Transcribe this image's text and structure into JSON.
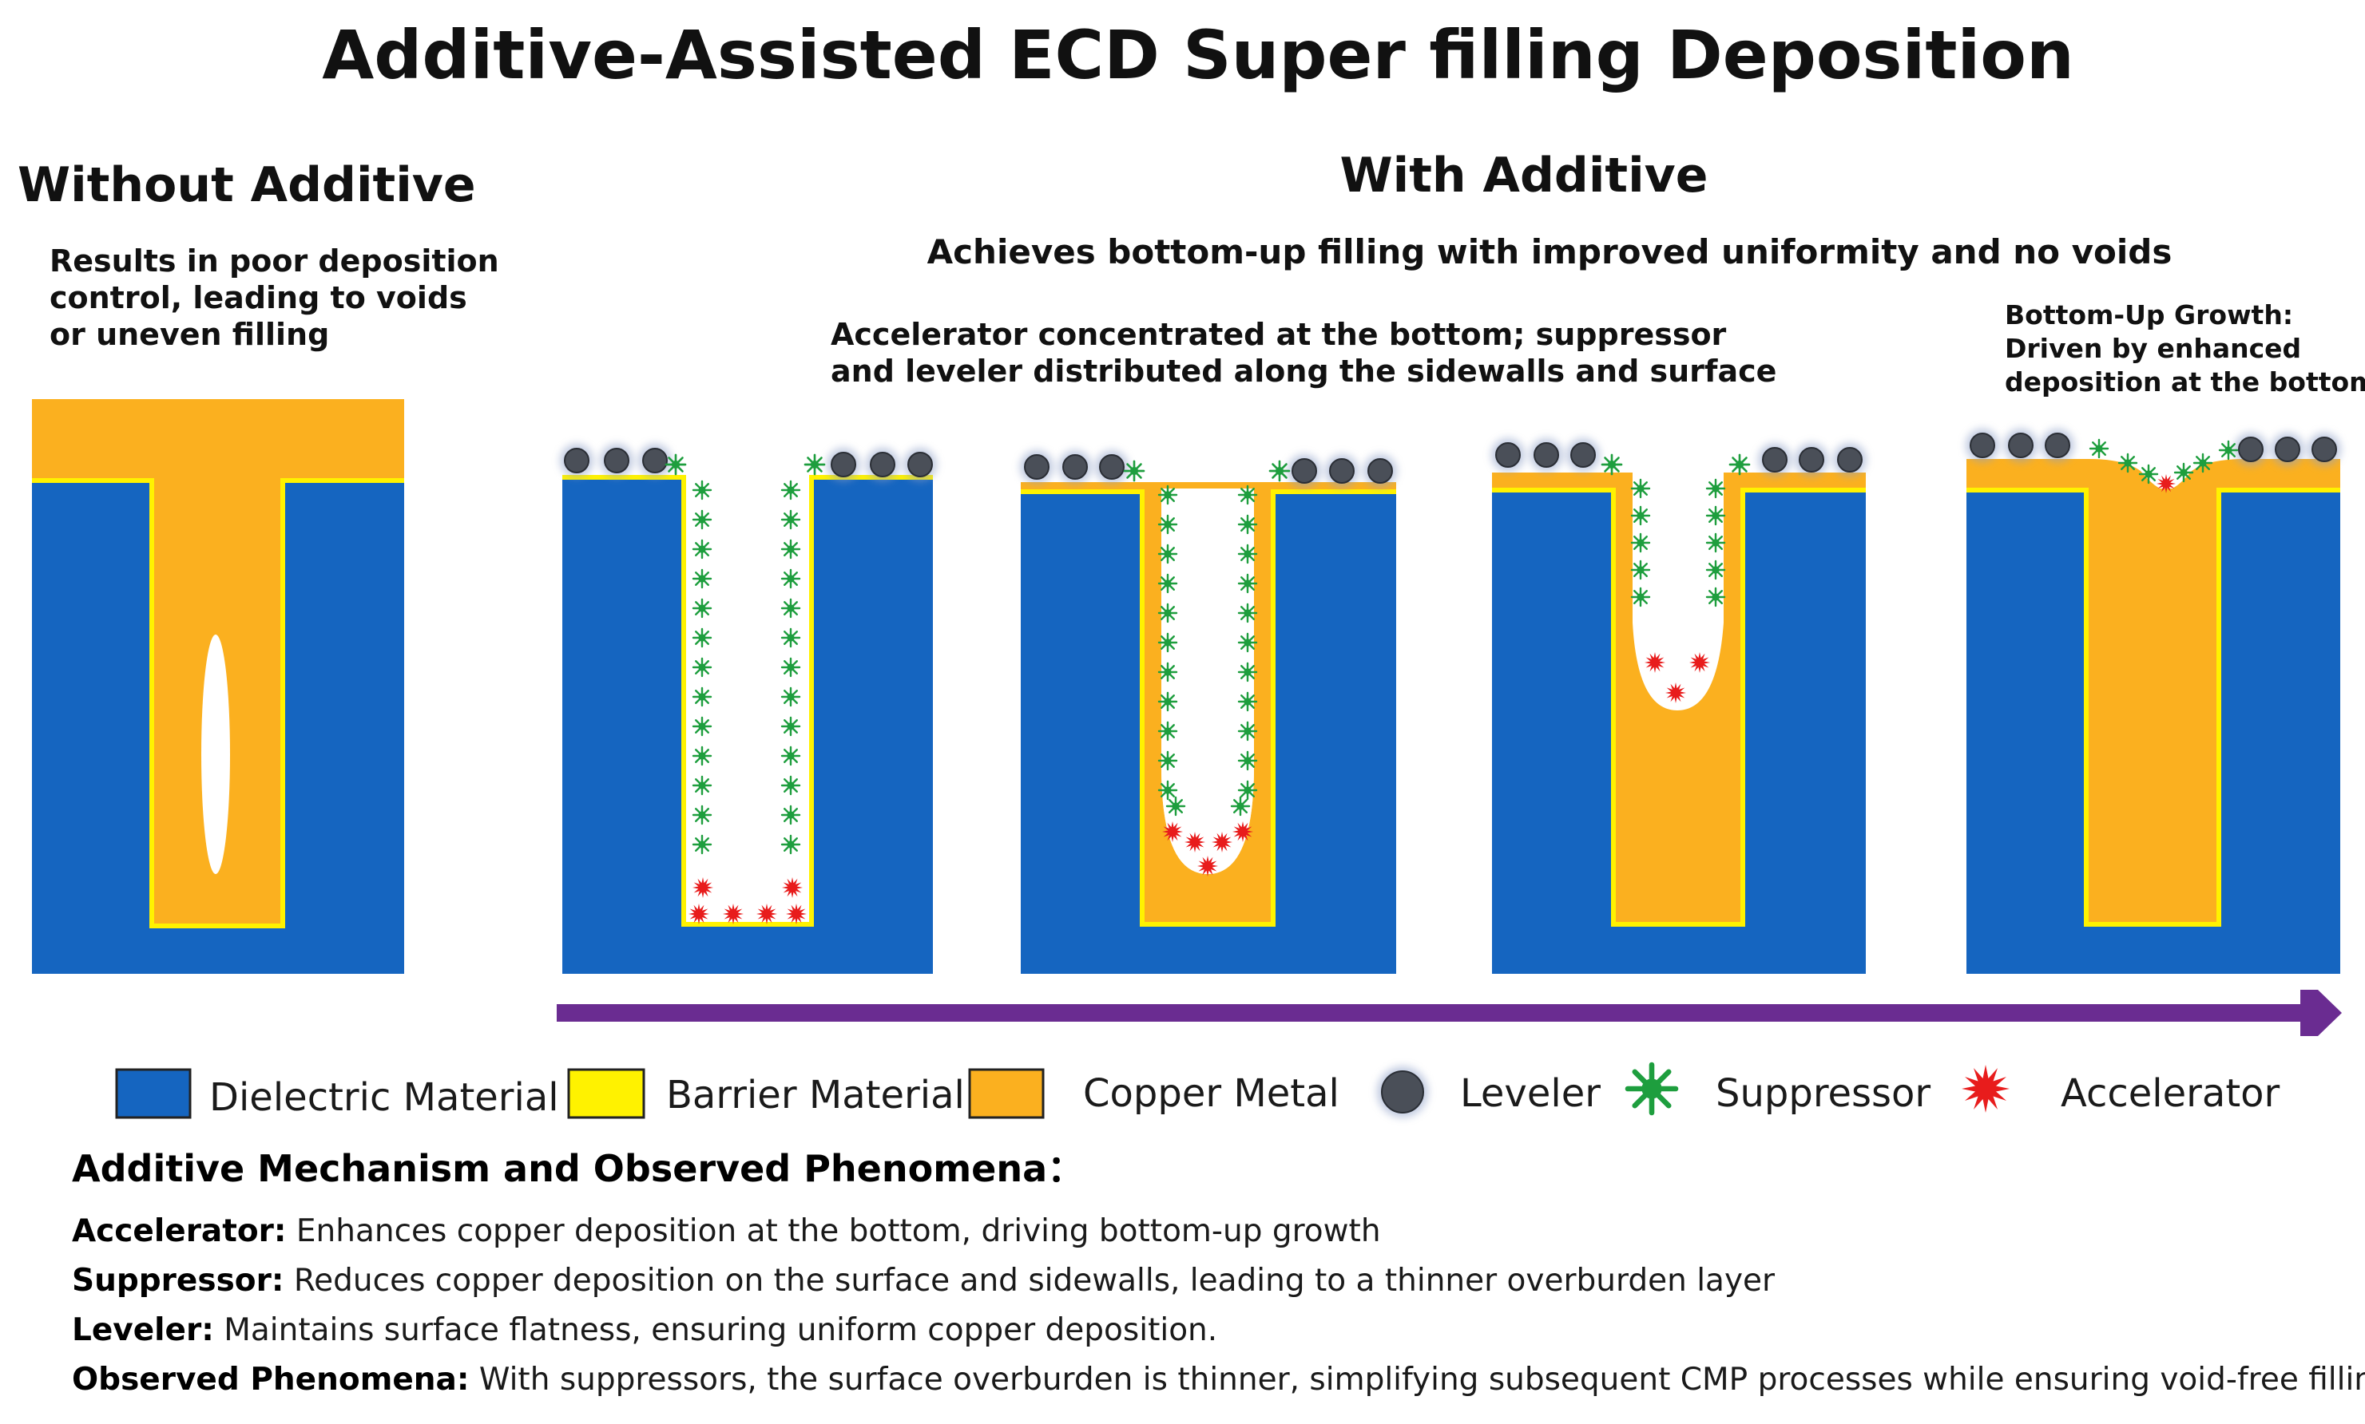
{
  "title": "Additive-Assisted ECD Super filling Deposition",
  "without_additive": {
    "heading": "Without Additive",
    "description": [
      "Results in poor deposition",
      "control, leading to voids",
      "or uneven filling"
    ]
  },
  "with_additive": {
    "heading": "With Additive",
    "subheading": "Achieves bottom-up filling with improved uniformity and no voids",
    "stage1_note": [
      "Accelerator concentrated at the bottom; suppressor",
      "and leveler distributed along the sidewalls and surface"
    ],
    "stage4_note": [
      "Bottom-Up Growth:",
      "Driven by enhanced",
      "deposition at the bottom"
    ]
  },
  "legend": [
    {
      "label": "Dielectric Material",
      "icon": "dielectric-swatch"
    },
    {
      "label": "Barrier Material",
      "icon": "barrier-swatch"
    },
    {
      "label": "Copper Metal",
      "icon": "copper-swatch"
    },
    {
      "label": "Leveler",
      "icon": "leveler-icon"
    },
    {
      "label": "Suppressor",
      "icon": "suppressor-icon"
    },
    {
      "label": "Accelerator",
      "icon": "accelerator-icon"
    }
  ],
  "colors": {
    "dielectric": "#1565c0",
    "barrier": "#fff200",
    "copper": "#fbb01f",
    "leveler": "#4a4f58",
    "suppressor": "#1e9e3e",
    "accelerator": "#e81c1c",
    "arrow": "#6a2c91"
  },
  "mechanism": {
    "title": "Additive Mechanism and Observed Phenomena：",
    "items": [
      {
        "term": "Accelerator:",
        "text": " Enhances copper deposition at the bottom, driving bottom-up growth"
      },
      {
        "term": "Suppressor:",
        "text": " Reduces copper deposition on the surface and sidewalls, leading to a thinner overburden layer"
      },
      {
        "term": "Leveler:",
        "text": " Maintains surface flatness, ensuring uniform copper deposition."
      },
      {
        "term": "Observed Phenomena:",
        "text": " With suppressors, the surface overburden is thinner, simplifying subsequent CMP processes while ensuring void-free filling"
      }
    ]
  }
}
